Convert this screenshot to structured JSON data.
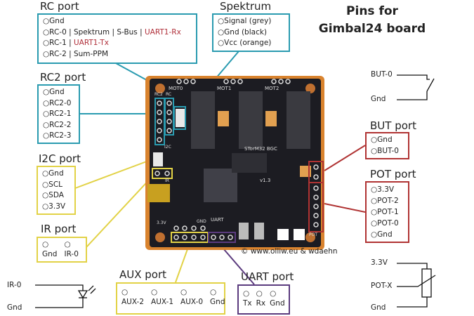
{
  "title_lines": [
    "Pins for",
    "Gimbal24 board"
  ],
  "copyright": "© www.olliw.eu & wdaehn",
  "colors": {
    "rc": "#2a9bb0",
    "i2c_ir_aux": "#e2d246",
    "uart": "#5b3b7e",
    "but_pot": "#b03333",
    "board": "#1c1c22",
    "board_edge": "#d9832e"
  },
  "rc_port": {
    "title": "RC port",
    "pins": [
      {
        "text": "Gnd"
      },
      {
        "text": "RC-0 | Spektrum | S-Bus | ",
        "red": "UART1-Rx"
      },
      {
        "text": "RC-1 | ",
        "red": "UART1-Tx"
      },
      {
        "text": "RC-2 | Sum-PPM"
      }
    ]
  },
  "spektrum": {
    "title": "Spektrum",
    "pins": [
      "Signal (grey)",
      "Gnd (black)",
      "Vcc (orange)"
    ]
  },
  "rc2_port": {
    "title": "RC2 port",
    "pins": [
      "Gnd",
      "RC2-0",
      "RC2-1",
      "RC2-2",
      "RC2-3"
    ]
  },
  "i2c_port": {
    "title": "I2C port",
    "pins": [
      "Gnd",
      "SCL",
      "SDA",
      "3.3V"
    ]
  },
  "ir_port": {
    "title": "IR port",
    "pins": [
      "Gnd",
      "IR-0"
    ]
  },
  "aux_port": {
    "title": "AUX port",
    "pins": [
      "AUX-2",
      "AUX-1",
      "AUX-0",
      "Gnd"
    ]
  },
  "uart_port": {
    "title": "UART port",
    "pins": [
      "Tx",
      "Rx",
      "Gnd"
    ]
  },
  "but_port": {
    "title": "BUT port",
    "pins": [
      "Gnd",
      "BUT-0"
    ]
  },
  "pot_port": {
    "title": "POT port",
    "pins": [
      "3.3V",
      "POT-2",
      "POT-1",
      "POT-0",
      "Gnd"
    ]
  },
  "but_schematic": {
    "top": "BUT-0",
    "bottom": "Gnd"
  },
  "pot_schematic": {
    "top": "3.3V",
    "mid": "POT-X",
    "bottom": "Gnd"
  },
  "ir_schematic": {
    "top": "IR-0",
    "bottom": "Gnd"
  },
  "board_labels": {
    "mot0": "MOT0",
    "mot1": "MOT1",
    "mot2": "MOT2",
    "name": "STorM32 BGC",
    "version": "v1.3",
    "uart": "UART",
    "v33": "3.3V",
    "gnd": "GND",
    "pot": "POT",
    "rc2": "RC2",
    "rc": "RC",
    "i2c": "I2C",
    "ir": "IR"
  }
}
